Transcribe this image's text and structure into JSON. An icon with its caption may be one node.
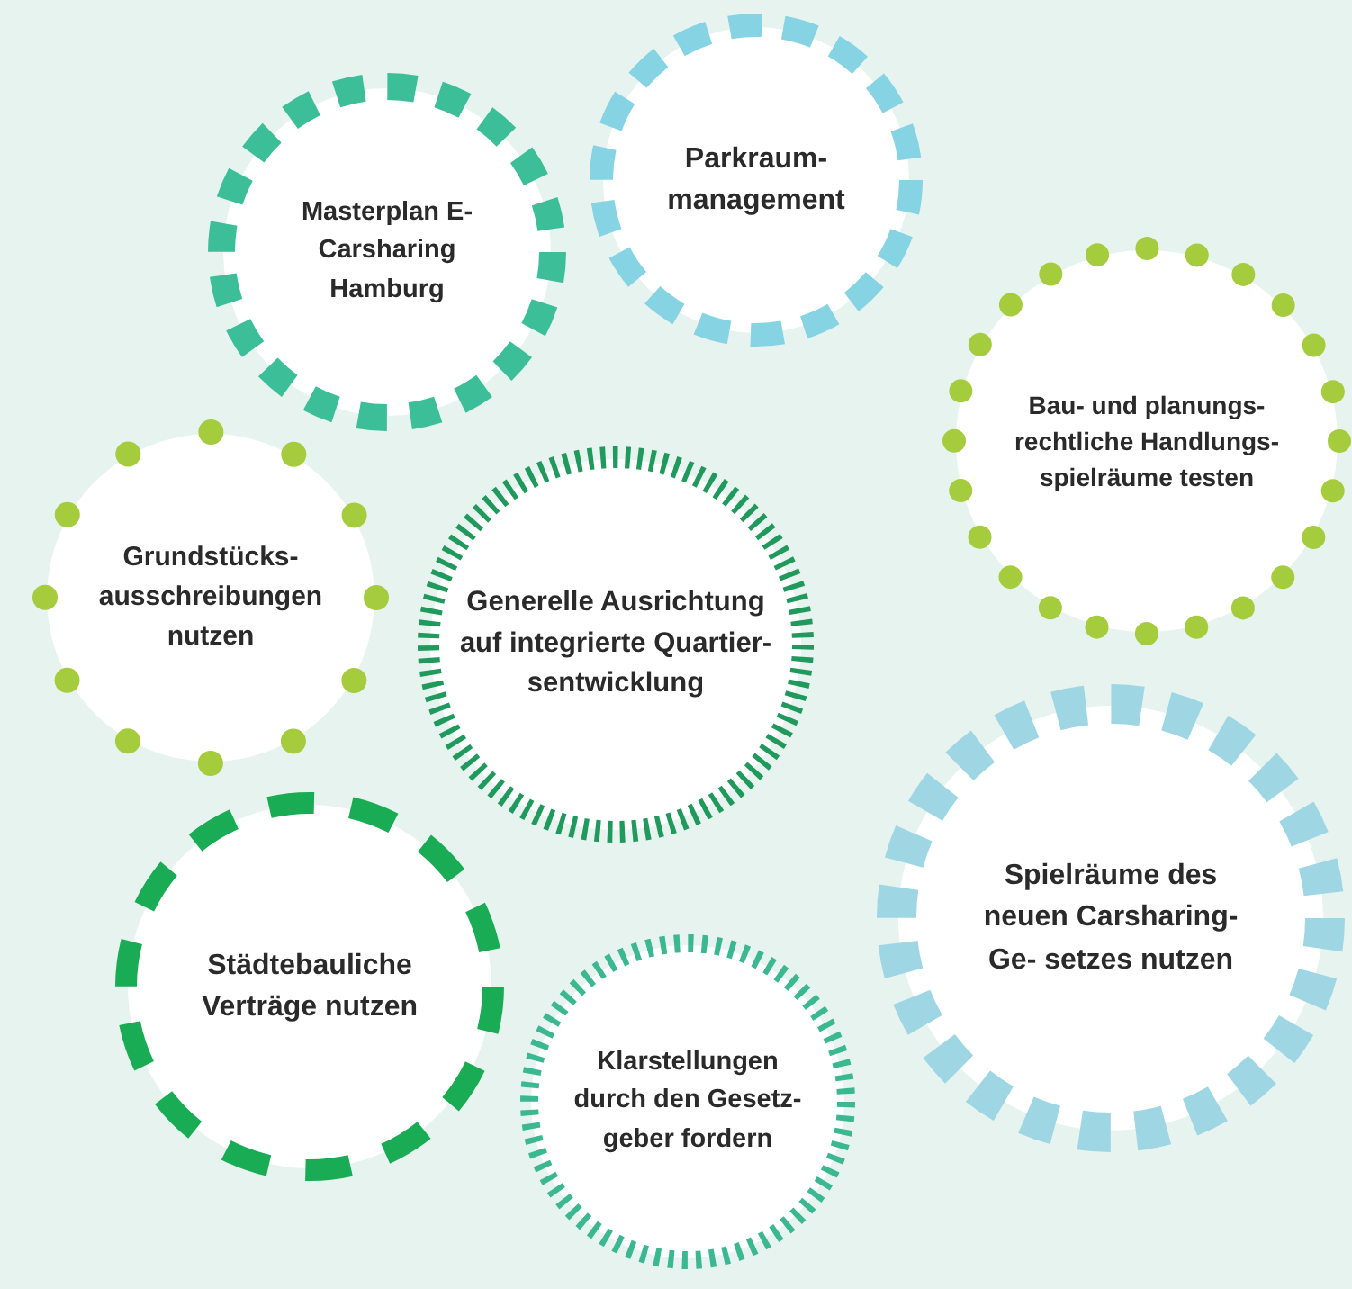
{
  "diagram": {
    "nodes": [
      {
        "text": [
          "Masterplan E-Carsharing Hamburg"
        ]
      },
      {
        "text": [
          "Parkraum- management"
        ]
      },
      {
        "text": [
          "Bau- und planungs- rechtliche Handlungs- spielräume testen"
        ]
      },
      {
        "text": [
          "Grundstücks- ausschreibungen nutzen"
        ]
      },
      {
        "text": [
          "Generelle Ausrichtung auf integrierte Quartier- sentwicklung"
        ]
      },
      {
        "text": [
          "Spielräume des neuen Carsharing-Ge- setzes nutzen"
        ]
      },
      {
        "text": [
          "Städtebauliche Verträge nutzen"
        ]
      },
      {
        "text": [
          "Klarstellungen durch den Gesetz- geber fordern"
        ]
      }
    ]
  }
}
